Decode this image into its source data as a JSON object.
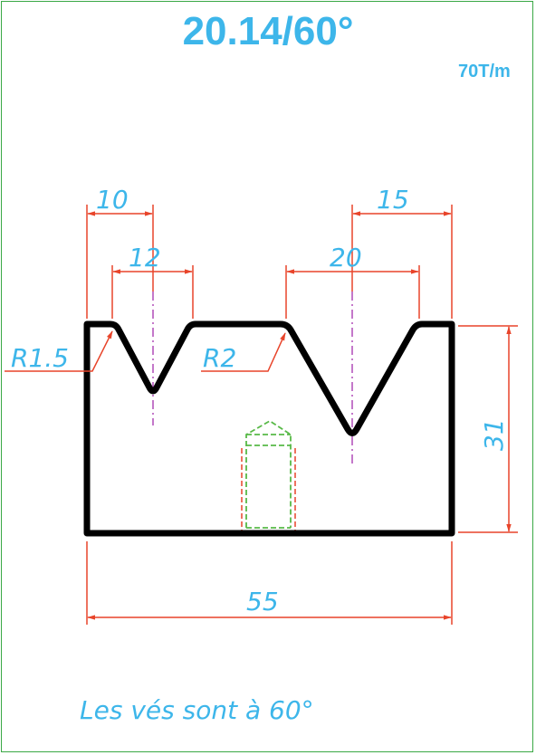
{
  "title": "20.14/60°",
  "capacity": "70T/m",
  "note": "Les vés sont à 60°",
  "dimensions": {
    "left_v_offset": "10",
    "left_v_width": "12",
    "right_v_offset": "15",
    "right_v_width": "20",
    "left_radius": "R1.5",
    "right_radius": "R2",
    "height": "31",
    "total_width": "55"
  },
  "colors": {
    "accent": "#3db6ea",
    "dimension_line": "#e8442a",
    "outline": "#000000",
    "centerline": "#b04bb8",
    "hidden_detail": "#58b947",
    "frame": "#3aa845"
  }
}
